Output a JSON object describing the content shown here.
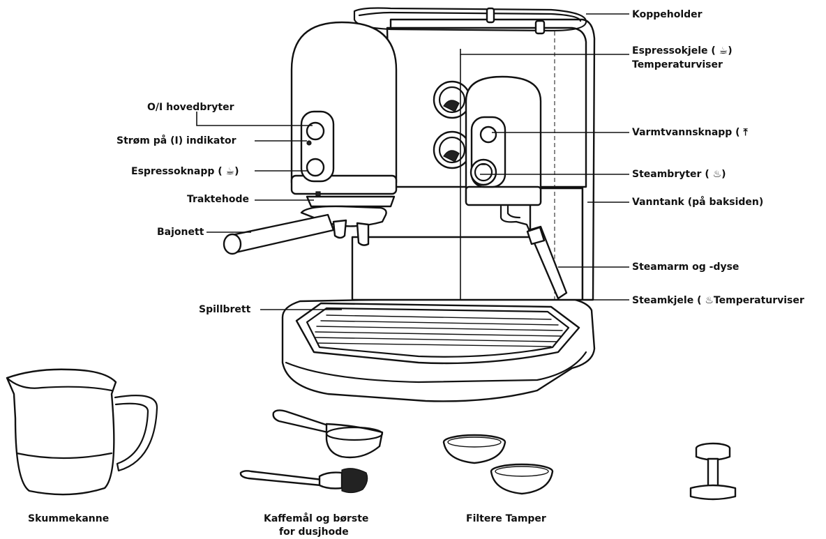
{
  "labels": {
    "koppeholder": "Koppeholder",
    "espressokjele": "Espressokjele ( ",
    "espressokjele_end": ")",
    "espressokjele_line2": "Temperaturviser",
    "hovedbryter": "O/I hovedbryter",
    "strom": "Strøm på (I) indikator",
    "espressoknapp": "Espressoknapp ( ",
    "espressoknapp_end": ")",
    "varmtvann": "Varmtvannsknapp ( ",
    "traktehode": "Traktehode",
    "steambryter": "Steambryter ( ",
    "steambryter_end": ")",
    "vanntank": "Vanntank (på baksiden)",
    "bajonett": "Bajonett",
    "steamarm": "Steamarm og -dyse",
    "spillbrett": "Spillbrett",
    "steamkjele": "Steamkjele ( ",
    "steamkjele_end": "Temperaturviser"
  },
  "captions": {
    "skummekanne": "Skummekanne",
    "kaffemal_line1": "Kaffemål og børste",
    "kaffemal_line2": "for dusjhode",
    "filtere": "Filtere Tamper"
  },
  "icons": {
    "cup": "espresso-cup-icon",
    "hotwater": "hot-water-icon",
    "steam": "steam-icon"
  },
  "colors": {
    "ink": "#111111",
    "background": "#ffffff"
  }
}
